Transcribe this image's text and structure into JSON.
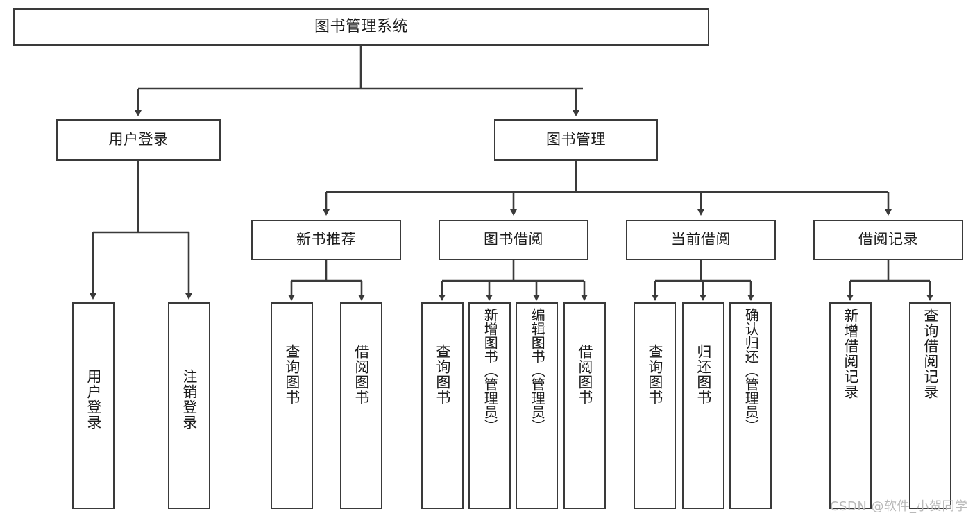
{
  "diagram": {
    "title": "图书管理系统",
    "type": "tree-hierarchy-diagram",
    "stroke_color": "#3a3a3a",
    "fill_color": "#ffffff",
    "text_color": "#1a1a1a"
  },
  "root": {
    "label": "图书管理系统"
  },
  "level1": [
    {
      "label": "用户登录"
    },
    {
      "label": "图书管理"
    }
  ],
  "level2": [
    {
      "label": "新书推荐"
    },
    {
      "label": "图书借阅"
    },
    {
      "label": "当前借阅"
    },
    {
      "label": "借阅记录"
    }
  ],
  "leaves": {
    "user_login": [
      {
        "label": "用户登录"
      },
      {
        "label": "注销登录"
      }
    ],
    "new_book_recommend": [
      {
        "label": "查询图书"
      },
      {
        "label": "借阅图书"
      }
    ],
    "book_borrow": [
      {
        "label": "查询图书"
      },
      {
        "label": "新增图书（管理员）"
      },
      {
        "label": "编辑图书（管理员）"
      },
      {
        "label": "借阅图书"
      }
    ],
    "current_borrow": [
      {
        "label": "查询图书"
      },
      {
        "label": "归还图书"
      },
      {
        "label": "确认归还（管理员）"
      }
    ],
    "borrow_record": [
      {
        "label": "新增借阅记录"
      },
      {
        "label": "查询借阅记录"
      }
    ]
  },
  "watermark": {
    "text": "CSDN @软件_小贺同学"
  }
}
